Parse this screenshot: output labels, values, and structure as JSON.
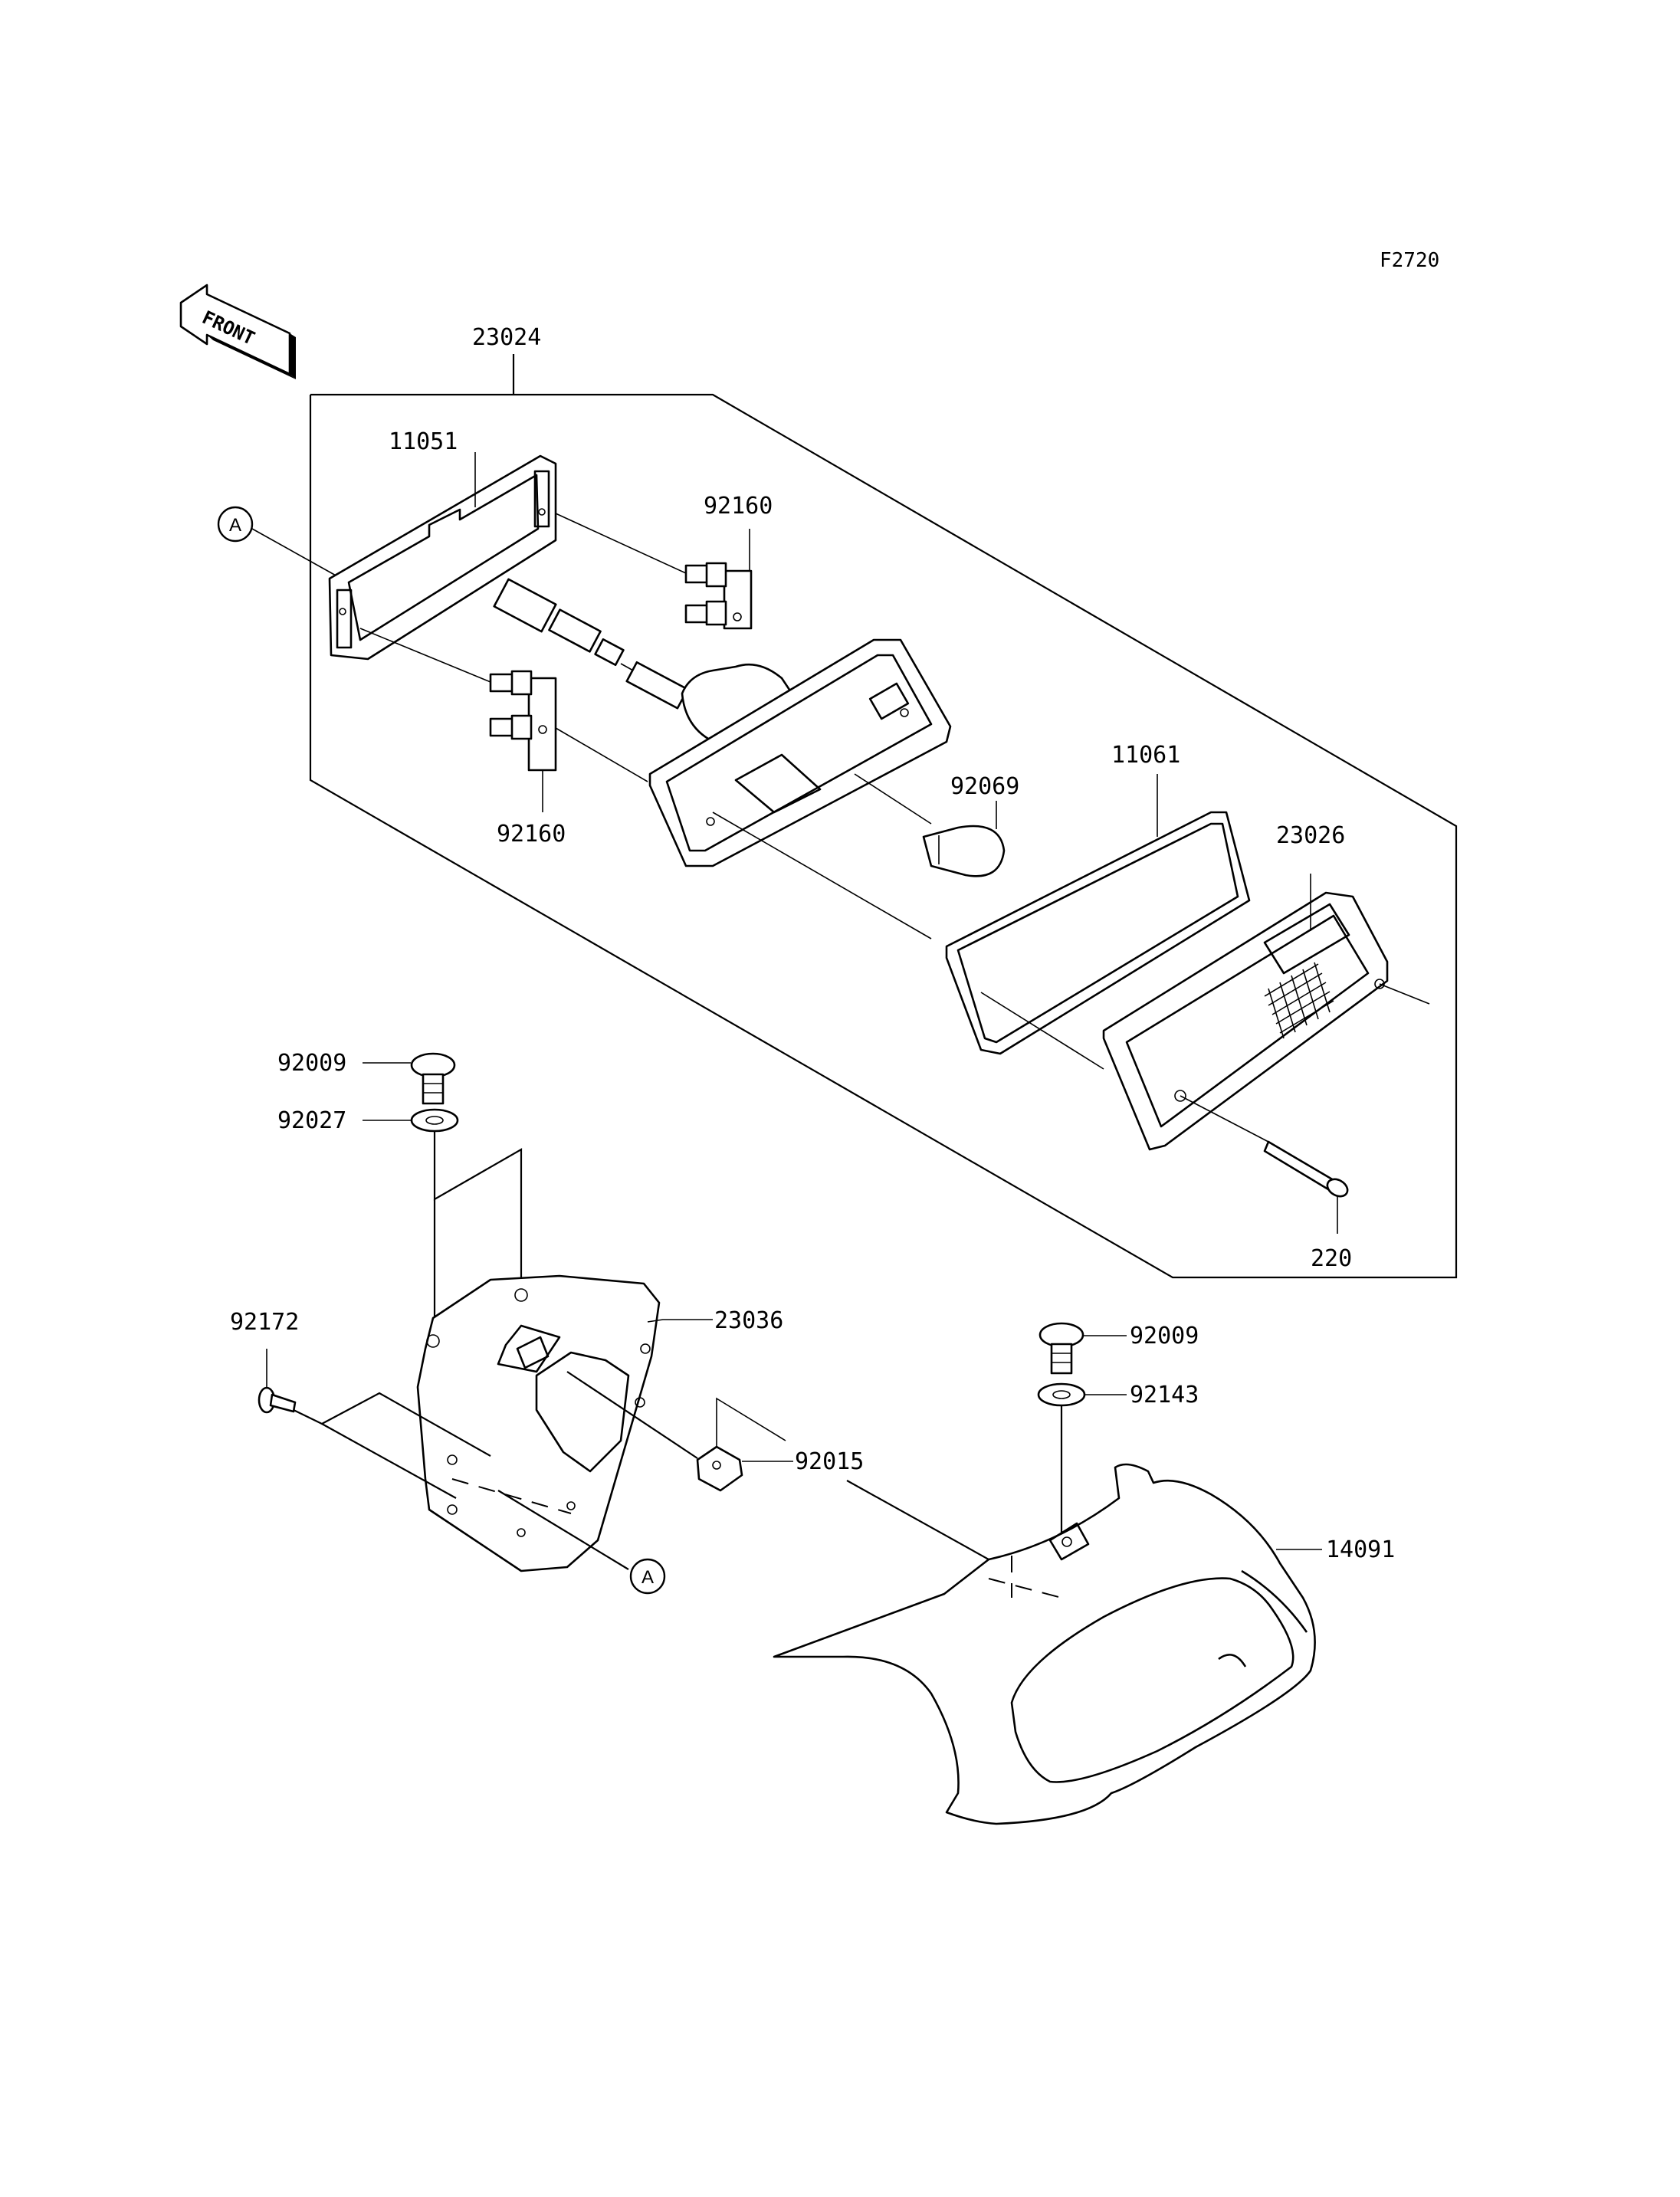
{
  "figure_code": "F2720",
  "front_indicator": "FRONT",
  "reference_marks": [
    "A",
    "A"
  ],
  "part_labels": {
    "p23024": "23024",
    "p11051": "11051",
    "p92160_top": "92160",
    "p92160_bottom": "92160",
    "p92069": "92069",
    "p11061": "11061",
    "p23026": "23026",
    "p220": "220",
    "p92009_left": "92009",
    "p92027": "92027",
    "p92172": "92172",
    "p23036": "23036",
    "p92015": "92015",
    "p92009_right": "92009",
    "p92143": "92143",
    "p14091": "14091"
  }
}
